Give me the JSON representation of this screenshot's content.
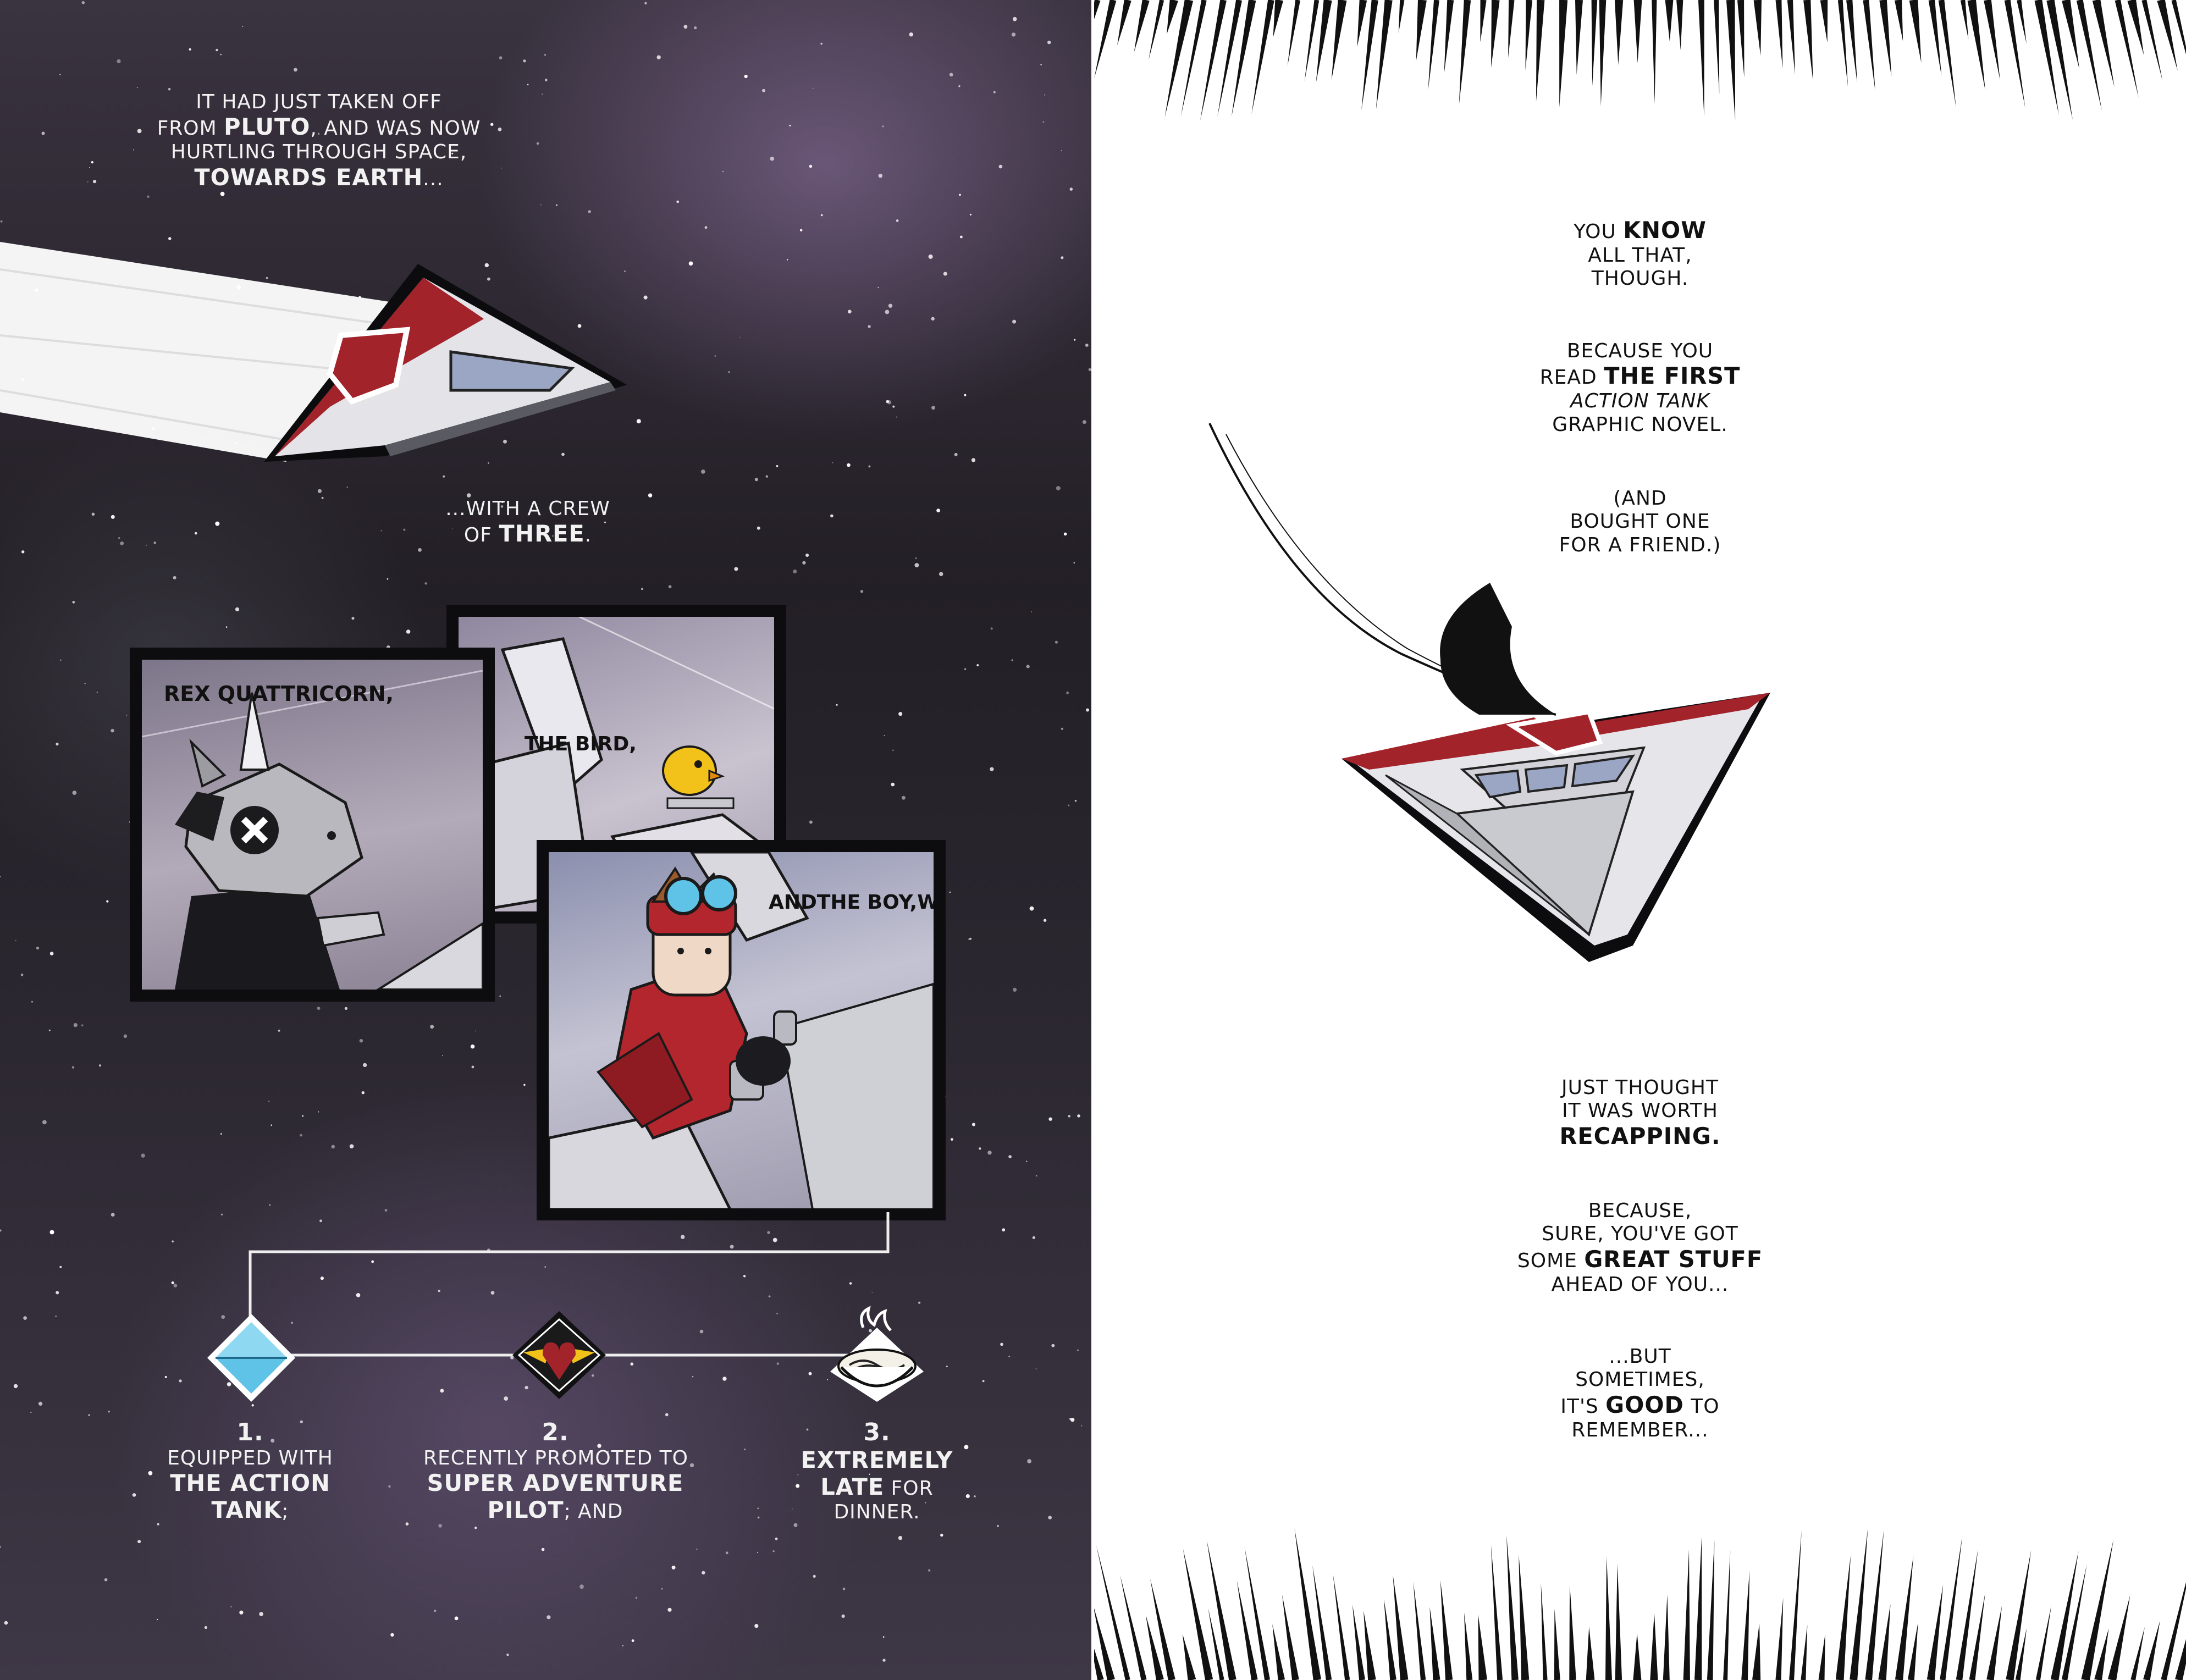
{
  "left_page": {
    "intro_caption": [
      {
        "parts": [
          {
            "t": "It had just taken off"
          }
        ]
      },
      {
        "parts": [
          {
            "t": "from "
          },
          {
            "t": "Pluto",
            "b": true
          },
          {
            "t": ", and was now"
          }
        ]
      },
      {
        "parts": [
          {
            "t": "hurtling through space,"
          }
        ]
      },
      {
        "parts": [
          {
            "t": "towards Earth",
            "b": true
          },
          {
            "t": "..."
          }
        ]
      }
    ],
    "crew_caption": [
      {
        "parts": [
          {
            "t": "...with a crew"
          }
        ]
      },
      {
        "parts": [
          {
            "t": "of "
          },
          {
            "t": "three",
            "b": true
          },
          {
            "t": "."
          }
        ]
      }
    ],
    "panel_rex_caption": "Rex Quattricorn,",
    "panel_bird_caption": [
      "The",
      "Bird,"
    ],
    "panel_boy_caption": [
      {
        "parts": [
          {
            "t": "And"
          }
        ]
      },
      {
        "parts": [
          {
            "t": "the Boy,",
            "b": true
          }
        ]
      },
      {
        "parts": [
          {
            "t": "who was:"
          }
        ]
      }
    ],
    "items": [
      {
        "number": "1.",
        "icon": "diamond-gem-icon",
        "lines": [
          {
            "parts": [
              {
                "t": "Equipped with"
              }
            ]
          },
          {
            "parts": [
              {
                "t": "the Action",
                "b": true
              }
            ]
          },
          {
            "parts": [
              {
                "t": "Tank",
                "b": true
              },
              {
                "t": ";"
              }
            ]
          }
        ]
      },
      {
        "number": "2.",
        "icon": "winged-heart-badge-icon",
        "lines": [
          {
            "parts": [
              {
                "t": "recently promoted to"
              }
            ]
          },
          {
            "parts": [
              {
                "t": "Super Adventure",
                "b": true
              }
            ]
          },
          {
            "parts": [
              {
                "t": "Pilot",
                "b": true
              },
              {
                "t": "; and"
              }
            ]
          }
        ]
      },
      {
        "number": "3.",
        "icon": "noodle-bowl-icon",
        "lines": [
          {
            "parts": [
              {
                "t": "extremely",
                "b": true
              }
            ]
          },
          {
            "parts": [
              {
                "t": "late",
                "b": true
              },
              {
                "t": " for"
              }
            ]
          },
          {
            "parts": [
              {
                "t": "dinner."
              }
            ]
          }
        ]
      }
    ]
  },
  "right_page": {
    "captions_top": [
      [
        {
          "parts": [
            {
              "t": "You "
            },
            {
              "t": "know",
              "b": true
            }
          ]
        },
        {
          "parts": [
            {
              "t": "all that,"
            }
          ]
        },
        {
          "parts": [
            {
              "t": "though."
            }
          ]
        }
      ],
      [
        {
          "parts": [
            {
              "t": "Because you"
            }
          ]
        },
        {
          "parts": [
            {
              "t": "read "
            },
            {
              "t": "the first",
              "b": true
            }
          ]
        },
        {
          "parts": [
            {
              "t": "Action Tank",
              "i": true
            }
          ]
        },
        {
          "parts": [
            {
              "t": "graphic novel."
            }
          ]
        }
      ],
      [
        {
          "parts": [
            {
              "t": "(And"
            }
          ]
        },
        {
          "parts": [
            {
              "t": "bought one"
            }
          ]
        },
        {
          "parts": [
            {
              "t": "for a friend.)"
            }
          ]
        }
      ]
    ],
    "captions_bottom": [
      [
        {
          "parts": [
            {
              "t": "Just thought"
            }
          ]
        },
        {
          "parts": [
            {
              "t": "it was worth"
            }
          ]
        },
        {
          "parts": [
            {
              "t": "recapping.",
              "b": true
            }
          ]
        }
      ],
      [
        {
          "parts": [
            {
              "t": "Because,"
            }
          ]
        },
        {
          "parts": [
            {
              "t": "sure, you've got"
            }
          ]
        },
        {
          "parts": [
            {
              "t": "some "
            },
            {
              "t": "great stuff",
              "b": true
            }
          ]
        },
        {
          "parts": [
            {
              "t": "ahead of you..."
            }
          ]
        }
      ],
      [
        {
          "parts": [
            {
              "t": "...but"
            }
          ]
        },
        {
          "parts": [
            {
              "t": "sometimes,"
            }
          ]
        },
        {
          "parts": [
            {
              "t": "it's "
            },
            {
              "t": "good",
              "b": true
            },
            {
              "t": " to"
            }
          ]
        },
        {
          "parts": [
            {
              "t": "remember..."
            }
          ]
        }
      ]
    ]
  },
  "colors": {
    "space_dark": "#231f26",
    "ship_red": "#a3232b",
    "ship_grey": "#d9d9de",
    "ink": "#111111",
    "gem_blue": "#5fc3e8",
    "wing_yellow": "#f2c21b",
    "jacket_red": "#b3262d"
  }
}
